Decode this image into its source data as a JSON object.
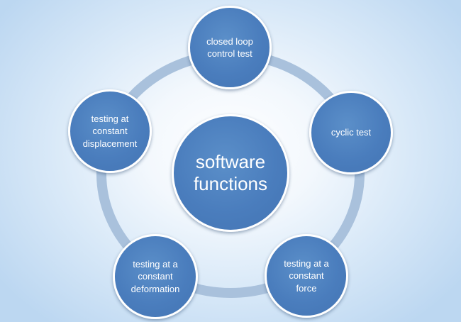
{
  "diagram": {
    "center": {
      "label": "software\nfunctions"
    },
    "nodes": [
      {
        "id": "closed-loop-control-test",
        "label": "closed loop\ncontrol test"
      },
      {
        "id": "cyclic-test",
        "label": "cyclic test"
      },
      {
        "id": "testing-at-a-constant-force",
        "label": "testing  at a\nconstant\nforce"
      },
      {
        "id": "testing-at-a-constant-deformation",
        "label": "testing at a\nconstant\ndeformation"
      },
      {
        "id": "testing-at-constant-displacement",
        "label": "testing at\nconstant\ndisplacement"
      }
    ],
    "colors": {
      "node_fill": "#4a7dbd",
      "node_border": "#ffffff",
      "ring": "#a9c1dc"
    }
  }
}
